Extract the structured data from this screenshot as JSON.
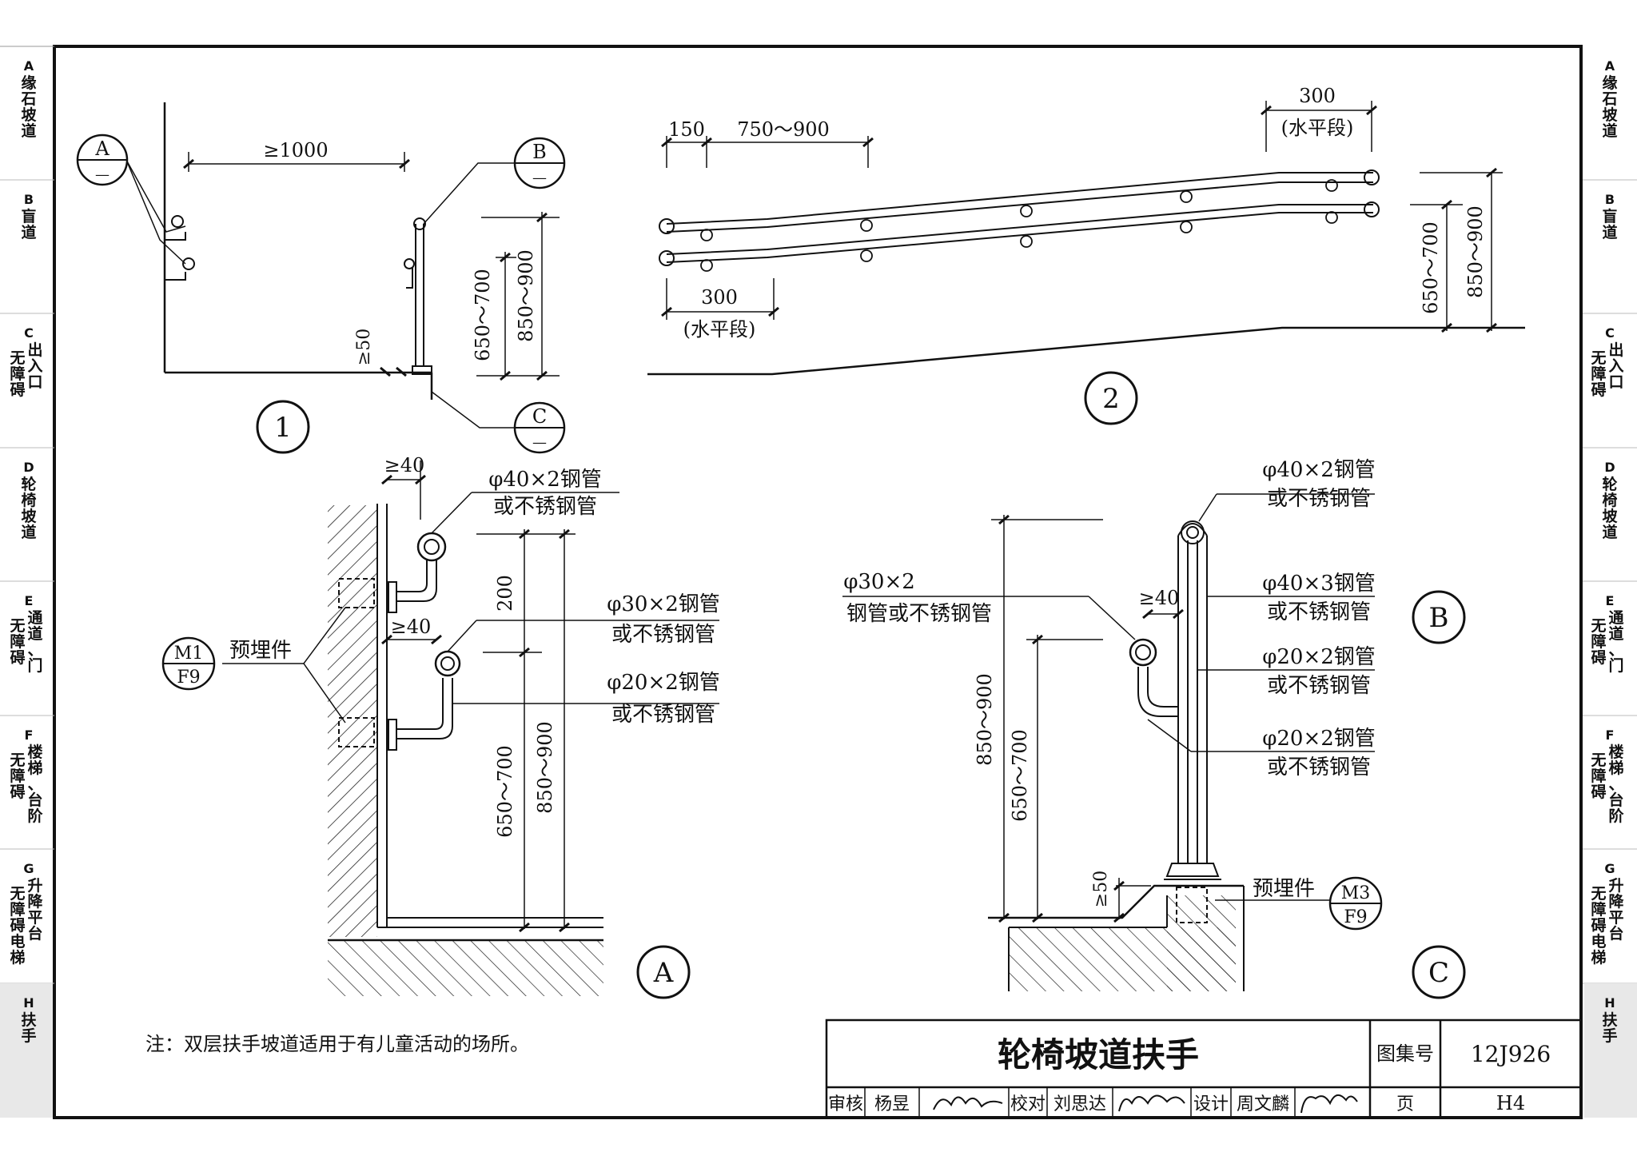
{
  "side_tabs": [
    {
      "letter": "A",
      "text": "缘石坡道",
      "text2": ""
    },
    {
      "letter": "B",
      "text": "盲道",
      "text2": ""
    },
    {
      "letter": "C",
      "text": "出入口",
      "text2": "无障碍"
    },
    {
      "letter": "D",
      "text": "轮椅坡道",
      "text2": ""
    },
    {
      "letter": "E",
      "text": "通道、门",
      "text2": "无障碍"
    },
    {
      "letter": "F",
      "text": "楼梯、台阶",
      "text2": "无障碍"
    },
    {
      "letter": "G",
      "text": "升降平台",
      "text2": "无障碍电梯"
    },
    {
      "letter": "H",
      "text": "扶手",
      "text2": ""
    }
  ],
  "d1": {
    "label": "1",
    "dim_width": "≥1000",
    "dim_gap": "≥50",
    "dim_low": "650～700",
    "dim_high": "850～900",
    "ref_a": {
      "letter": "A",
      "sub": "—"
    },
    "ref_b": {
      "letter": "B",
      "sub": "—"
    },
    "ref_c": {
      "letter": "C",
      "sub": "—"
    }
  },
  "d2": {
    "label": "2",
    "dim_150": "150",
    "dim_slope": "750～900",
    "dim_top": "300",
    "dim_top_note": "(水平段)",
    "dim_bottom": "300",
    "dim_bottom_note": "(水平段)",
    "dim_low": "650～700",
    "dim_high": "850～900"
  },
  "dA": {
    "label": "A",
    "gap_top": "≥40",
    "gap_mid": "≥40",
    "pipe1_a": "φ40×2钢管",
    "pipe1_b": "或不锈钢管",
    "pipe2_a": "φ30×2钢管",
    "pipe2_b": "或不锈钢管",
    "pipe3_a": "φ20×2钢管",
    "pipe3_b": "或不锈钢管",
    "embed": "预埋件",
    "ref_m": {
      "top": "M1",
      "bottom": "F9"
    },
    "dim_200": "200",
    "dim_low": "650～700",
    "dim_high": "850～900"
  },
  "dC": {
    "label": "C",
    "pipe_a1": "φ30×2",
    "pipe_a2": "钢管或不锈钢管",
    "gap": "≥40",
    "gap_bottom": "≥50",
    "p1a": "φ40×2钢管",
    "p1b": "或不锈钢管",
    "p2a": "φ40×3钢管",
    "p2b": "或不锈钢管",
    "p3a": "φ20×2钢管",
    "p3b": "或不锈钢管",
    "p4a": "φ20×2钢管",
    "p4b": "或不锈钢管",
    "ref_b": "B",
    "embed": "预埋件",
    "ref_m": {
      "top": "M3",
      "bottom": "F9"
    },
    "dim_low": "650～700",
    "dim_high": "850～900"
  },
  "note": "注：双层扶手坡道适用于有儿童活动的场所。",
  "title_block": {
    "title": "轮椅坡道扶手",
    "atlas_label": "图集号",
    "atlas_no": "12J926",
    "review_label": "审核",
    "reviewer": "杨昱",
    "check_label": "校对",
    "checker": "刘思达",
    "design_label": "设计",
    "designer": "周文麟",
    "page_label": "页",
    "page_no": "H4"
  }
}
